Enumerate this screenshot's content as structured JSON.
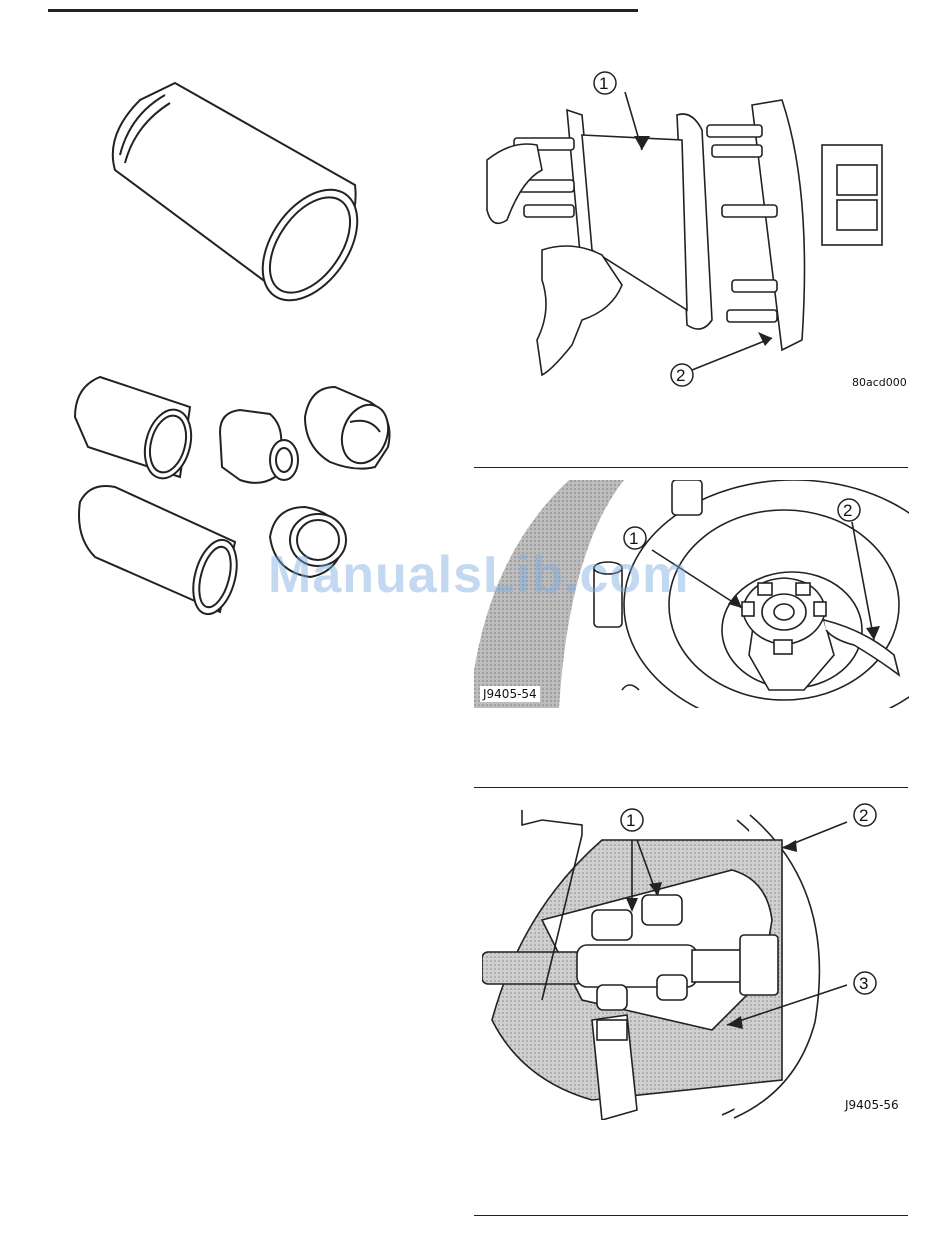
{
  "figures": {
    "tool_single": {},
    "tool_set": {},
    "hub_bearing": {
      "callouts": [
        "1",
        "2"
      ],
      "code": "80acd000"
    },
    "cotter_pin": {
      "callouts": [
        "1",
        "2"
      ],
      "code": "J9405-54"
    },
    "tie_rod": {
      "callouts": [
        "1",
        "2",
        "3"
      ],
      "code": "J9405-56"
    }
  },
  "watermark": "ManualsLib.com"
}
